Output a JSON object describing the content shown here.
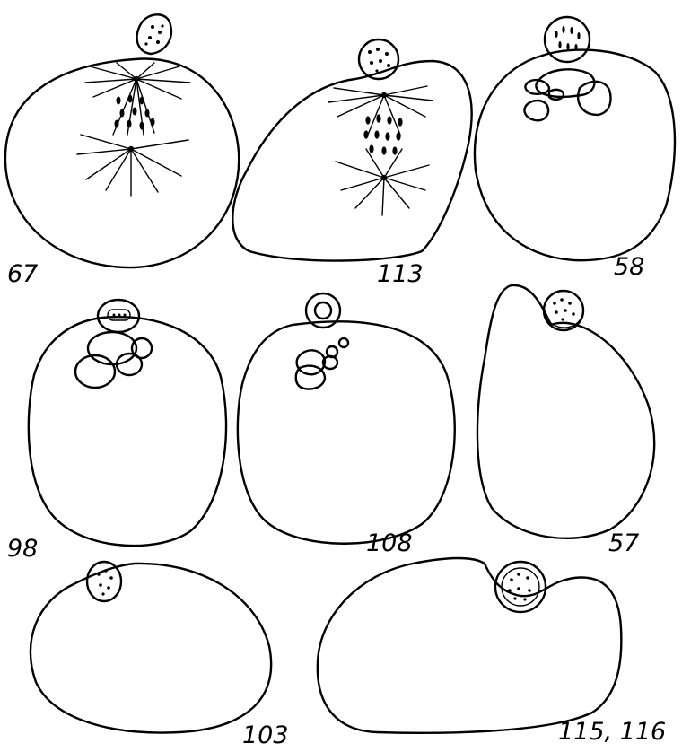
{
  "figures": [
    {
      "id": "fig-67",
      "label": "67",
      "stage": "metaphase spindle"
    },
    {
      "id": "fig-113",
      "label": "113",
      "stage": "spindle"
    },
    {
      "id": "fig-58",
      "label": "58",
      "stage": "nucleoli"
    },
    {
      "id": "fig-98",
      "label": "98",
      "stage": "nucleoli"
    },
    {
      "id": "fig-108",
      "label": "108",
      "stage": "nucleoli"
    },
    {
      "id": "fig-57",
      "label": "57",
      "stage": "polar body"
    },
    {
      "id": "fig-103",
      "label": "103",
      "stage": "polar body"
    },
    {
      "id": "fig-115-116",
      "label": "115, 116",
      "stage": "polar body"
    }
  ],
  "colors": {
    "ink": "#000000",
    "paper": "#ffffff"
  }
}
